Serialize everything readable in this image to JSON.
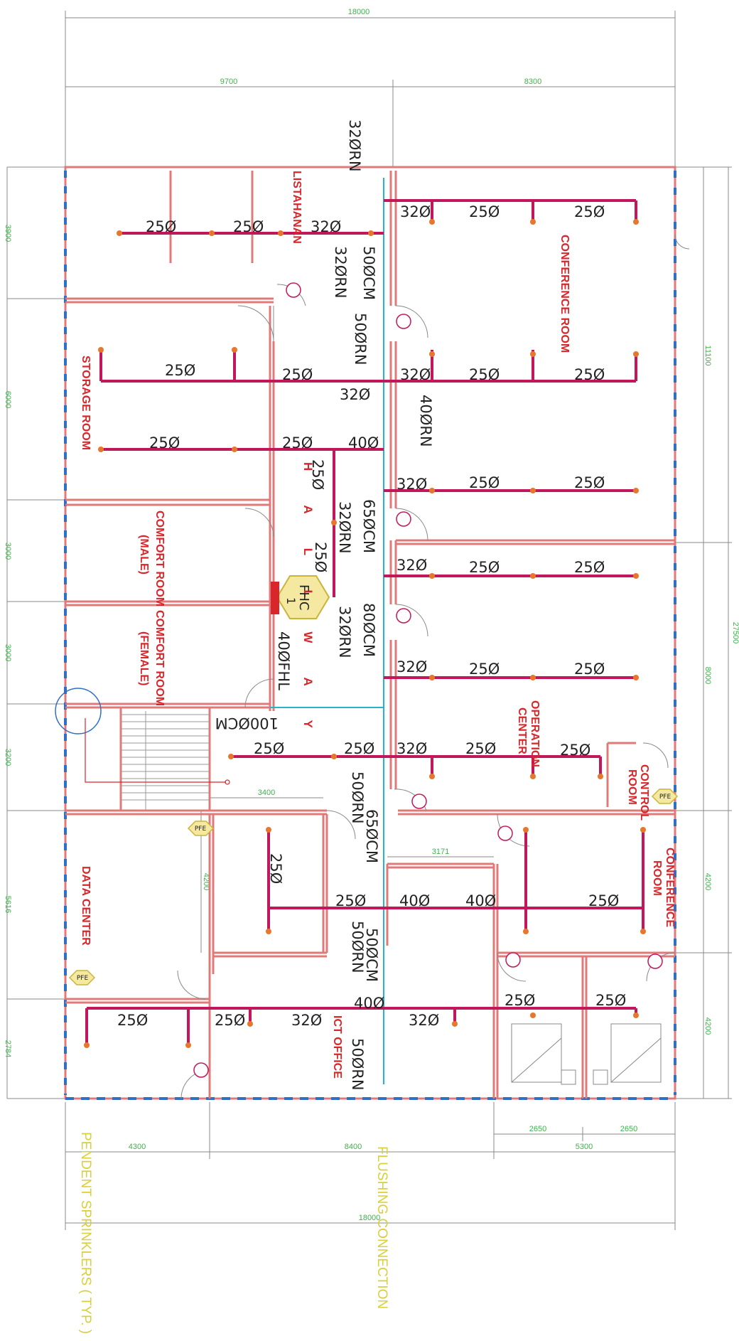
{
  "dimensions": {
    "top_total": "18000",
    "top_left": "9700",
    "top_right": "8300",
    "left_1": "3900",
    "left_2": "6000",
    "left_3": "3000",
    "left_4": "3000",
    "left_5": "3200",
    "left_6": "5616",
    "left_7": "2784",
    "right_total": "27500",
    "right_1": "11100",
    "right_2": "8000",
    "right_3": "4200",
    "right_4": "4200",
    "bottom_left": "4300",
    "bottom_mid": "8400",
    "bottom_right": "5300",
    "bottom_sub_1": "2650",
    "bottom_sub_2": "2650",
    "bottom_total": "18000",
    "inner_3400": "3400",
    "inner_4200": "4200",
    "inner_3171": "3171"
  },
  "rooms": {
    "listahanan": "LISTAHANAN",
    "conference_room_top": "CONFERENCE ROOM",
    "storage_room": "STORAGE ROOM",
    "comfort_male_1": "COMFORT ROOM",
    "comfort_male_2": "(MALE)",
    "comfort_female_1": "COMFORT ROOM",
    "comfort_female_2": "(FEMALE)",
    "hallway": "H A L L W A Y",
    "operation_center_1": "OPERATION",
    "operation_center_2": "CENTER",
    "control_room_1": "CONTROL",
    "control_room_2": "ROOM",
    "conference_room_bottom_1": "CONFERENCE",
    "conference_room_bottom_2": "ROOM",
    "data_center": "DATA CENTER",
    "ict_office": "ICT OFFICE"
  },
  "pipe_labels": {
    "riser_320rn_top": "32ØRN",
    "r1_a": "25Ø",
    "r1_b": "25Ø",
    "r1_c": "32Ø",
    "r1_right_a": "32Ø",
    "r1_right_b": "25Ø",
    "r1_right_c": "25Ø",
    "v_320rn": "32ØRN",
    "v_500cm": "50ØCM",
    "v_500rn": "50ØRN",
    "r2_a": "25Ø",
    "r2_b": "25Ø",
    "r2_c": "32Ø",
    "r2_d": "25Ø",
    "r2_e": "25Ø",
    "r2_below": "32Ø",
    "v_400rn": "40ØRN",
    "r3_a": "25Ø",
    "r3_b": "25Ø",
    "r3_c": "40Ø",
    "r4_a": "32Ø",
    "r4_b": "25Ø",
    "r4_c": "25Ø",
    "hall_25a": "25Ø",
    "hall_25b": "25Ø",
    "v_650cm": "65ØCM",
    "v_320rn_2": "32ØRN",
    "r5_a": "32Ø",
    "r5_b": "25Ø",
    "r5_c": "25Ø",
    "fhc_1": "FHC",
    "fhc_2": "1",
    "v_800cm": "80ØCM",
    "v_320rn_3": "32ØRN",
    "v_400fhl": "40ØFHL",
    "r6_a": "32Ø",
    "r6_b": "25Ø",
    "r6_c": "25Ø",
    "v_1000cm": "100ØCM",
    "r7_a": "25Ø",
    "r7_b": "25Ø",
    "r7_c": "32Ø",
    "r7_d": "25Ø",
    "r7_e": "25Ø",
    "v_500rn_2": "50ØRN",
    "v_650cm_2": "65ØCM",
    "r8_v": "25Ø",
    "r8_a": "25Ø",
    "r8_b": "40Ø",
    "r8_c": "40Ø",
    "r8_d": "25Ø",
    "v_500cm_2": "50ØCM",
    "v_500rn_3": "50ØRN",
    "r9_top": "40Ø",
    "r9_a": "25Ø",
    "r9_b": "25Ø",
    "r9_c": "32Ø",
    "r9_d": "32Ø",
    "r9_right_a": "25Ø",
    "r9_right_b": "25Ø",
    "v_500rn_4": "50ØRN",
    "pfe": "PFE"
  },
  "legend": {
    "pendent": "PENDENT SPRINKLERS ( TYP. )",
    "flushing": "FLUSHING CONNECTION"
  },
  "colors": {
    "pipe": "#c2185b",
    "wall": "#e07a7a",
    "wall_blue": "#2f6fc4",
    "cyan_line": "#27b3c9",
    "room_text": "#d9262b",
    "dim_text": "#3bb34a",
    "legend": "#d8cf3a",
    "hex_fill": "#f5e8a0",
    "sprinkler": "#e8762b"
  }
}
